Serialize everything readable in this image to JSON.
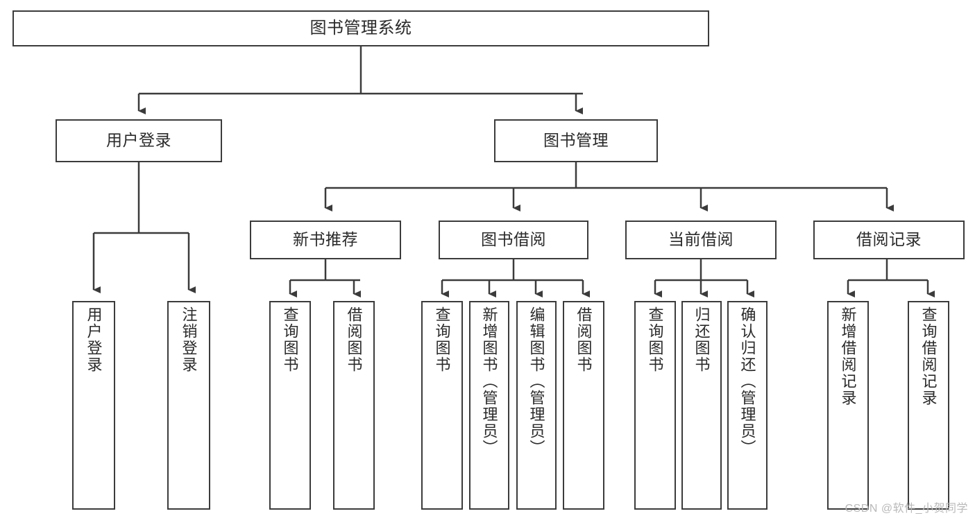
{
  "diagram": {
    "title": "图书管理系统",
    "type": "tree",
    "watermark": "CSDN @软件_小贺同学",
    "colors": {
      "stroke": "#3b3b3b",
      "fill": "#ffffff",
      "text": "#2a2a2a",
      "watermark": "#b9b9b9"
    },
    "root": {
      "label": "图书管理系统"
    },
    "level1": [
      {
        "label": "用户登录"
      },
      {
        "label": "图书管理"
      }
    ],
    "level2": [
      {
        "label": "新书推荐"
      },
      {
        "label": "图书借阅"
      },
      {
        "label": "当前借阅"
      },
      {
        "label": "借阅记录"
      }
    ],
    "leaves": {
      "user_login": [
        {
          "label": "用户登录"
        },
        {
          "label": "注销登录"
        }
      ],
      "new_book": [
        {
          "label": "查询图书"
        },
        {
          "label": "借阅图书"
        }
      ],
      "book_borrow": [
        {
          "label": "查询图书"
        },
        {
          "label": "新增图书（管理员）"
        },
        {
          "label": "编辑图书（管理员）"
        },
        {
          "label": "借阅图书"
        }
      ],
      "current_borrow": [
        {
          "label": "查询图书"
        },
        {
          "label": "归还图书"
        },
        {
          "label": "确认归还（管理员）"
        }
      ],
      "borrow_record": [
        {
          "label": "新增借阅记录"
        },
        {
          "label": "查询借阅记录"
        }
      ]
    }
  }
}
